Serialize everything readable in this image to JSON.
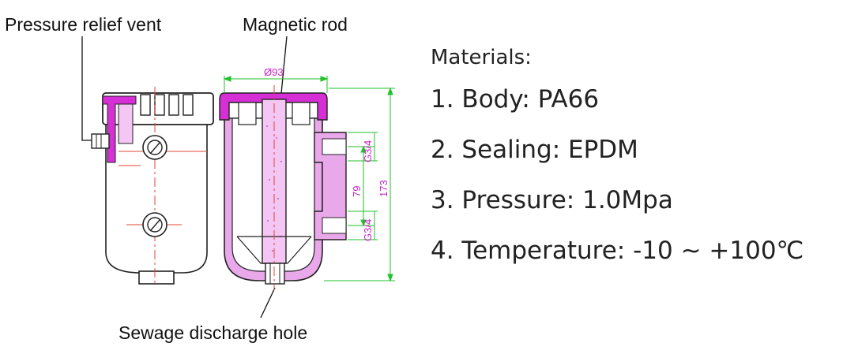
{
  "callouts": {
    "pressure_relief_vent": "Pressure relief vent",
    "magnetic_rod": "Magnetic rod",
    "sewage_discharge_hole": "Sewage discharge hole"
  },
  "dimensions": {
    "diameter": "Ø93",
    "height": "173",
    "port_spacing": "79",
    "port_thread_top": "G3/4",
    "port_thread_bottom": "G3/4"
  },
  "materials": {
    "heading": "Materials:",
    "items": [
      "1. Body: PA66",
      "2. Sealing: EPDM",
      "3. Pressure: 1.0Mpa",
      "4. Temperature: -10 ~ +100℃"
    ]
  },
  "colors": {
    "outline": "#222222",
    "seal_magenta": "#d62fd6",
    "body_fill": "#e9a8e9",
    "dimension_green": "#22c22a",
    "dimension_text": "#cc22cc",
    "centerline_red": "#e0443a"
  }
}
